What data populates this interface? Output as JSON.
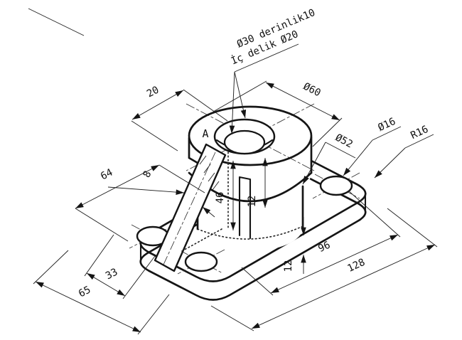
{
  "drawing": {
    "view_label": "A",
    "callout_counterbore": "Ø30 derinlik10",
    "callout_inner_hole": "İç delik Ø20",
    "dim_flange_dia": "Ø60",
    "dim_flat_width": "20",
    "dim_cyl_dia": "Ø52",
    "dim_hole_dia": "Ø16",
    "dim_corner_radius": "R16",
    "dim_rib_position": "64",
    "dim_rib_thickness": "8",
    "dim_cyl_height": "46",
    "dim_flange_height": "12",
    "dim_hole_offset": "33",
    "dim_base_width": "65",
    "dim_base_thickness": "12",
    "dim_hole_spacing": "96",
    "dim_base_length": "128"
  }
}
